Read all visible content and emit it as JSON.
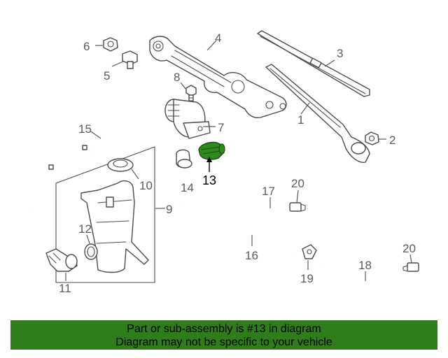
{
  "diagram": {
    "callouts": {
      "c1": "1",
      "c2": "2",
      "c3": "3",
      "c4": "4",
      "c5": "5",
      "c6": "6",
      "c7": "7",
      "c8": "8",
      "c9": "9",
      "c10": "10",
      "c11": "11",
      "c12": "12",
      "c13": "13",
      "c14": "14",
      "c15": "15",
      "c16": "16",
      "c17": "17",
      "c18": "18",
      "c19": "19",
      "c20a": "20",
      "c20b": "20"
    },
    "highlighted_part": "13",
    "highlight_color": "#2f8a1e",
    "banner_color": "#2f7d1a"
  },
  "footer": {
    "line1": "Part or sub-assembly is #13 in diagram",
    "line2": "Diagram may not be specific to your vehicle"
  }
}
